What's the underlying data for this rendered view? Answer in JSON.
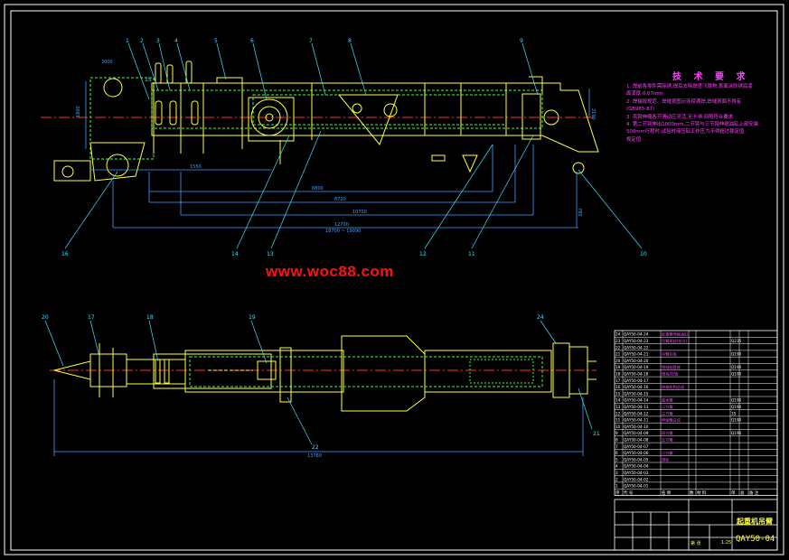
{
  "watermark": "www.woc88.com",
  "colors": {
    "background": "#000000",
    "frame": "#ffffff",
    "part_outline": "#ffff40",
    "hidden_line": "#40ff40",
    "center_line": "#ff3030",
    "dimension": "#40a0ff",
    "leader": "#40e0ff",
    "annotation": "#ff40ff"
  },
  "technical_requirements": {
    "title": "技 术 要 求",
    "notes": [
      "1. 焊前各零件需除锈,焊后去除焊渣飞溅物,表面涂防锈底漆",
      "面漆厚 0.07mm",
      "2. 焊接按规范、焊缝按图示连续满焊,焊缝表面不得有",
      "(GB985-87)",
      "3. 吊臂伸缩各节滑动应灵活,无卡滞,间隙符合要求",
      "4. 第二节臂伸出1000mm,二节臂与三节臂伸缩油缸上部安装",
      "500mm行程时,试验时液压缸工作压力不得超过额定值",
      "规定值"
    ]
  },
  "balloons_top": [
    "1",
    "2",
    "3",
    "4",
    "5",
    "6",
    "7",
    "8",
    "9",
    "10",
    "11",
    "12",
    "13",
    "14",
    "15",
    "16"
  ],
  "balloons_bottom": [
    "20",
    "17",
    "18",
    "19",
    "22",
    "21",
    "24"
  ],
  "dimensions_top": [
    "1550",
    "6800",
    "8720",
    "10700",
    "12700",
    "18700 ~ 19090",
    "3000",
    "1800",
    "2100",
    "780"
  ],
  "dimension_bottom": "13760",
  "parts_list": {
    "rows": [
      [
        "24",
        "QAY50-04-24",
        "起重臂伸缩油缸",
        "",
        "",
        "",
        "",
        "",
        ""
      ],
      [
        "23",
        "QAY50-04-23",
        "吊臂尾部(铰点)",
        "",
        "",
        "Q235",
        "",
        "",
        ""
      ],
      [
        "22",
        "QAY50-04-22",
        "",
        "",
        "",
        "",
        "",
        "",
        ""
      ],
      [
        "21",
        "QAY50-04-21",
        "吊臂拉板",
        "",
        "",
        "Q190",
        "",
        "",
        ""
      ],
      [
        "20",
        "QAY50-04-20",
        "",
        "",
        "",
        "",
        "",
        "",
        ""
      ],
      [
        "19",
        "QAY50-04-19",
        "销轴轴套座",
        "",
        "",
        "Q190",
        "",
        "",
        ""
      ],
      [
        "18",
        "QAY50-04-18",
        "滑块/托辊",
        "",
        "",
        "Q190",
        "",
        "",
        ""
      ],
      [
        "17",
        "QAY50-04-17",
        "",
        "",
        "",
        "",
        "",
        "",
        ""
      ],
      [
        "16",
        "QAY50-04-16",
        "伸缩机构总成",
        "",
        "",
        "",
        "",
        "",
        ""
      ],
      [
        "15",
        "QAY50-04-15",
        "",
        "",
        "",
        "",
        "",
        "",
        ""
      ],
      [
        "14",
        "QAY50-04-14",
        "基本臂",
        "",
        "",
        "Q190",
        "",
        "",
        ""
      ],
      [
        "13",
        "QAY50-04-13",
        "二节臂",
        "",
        "",
        "Q190",
        "",
        "",
        ""
      ],
      [
        "12",
        "QAY50-04-12",
        "三节臂",
        "",
        "",
        "35",
        "",
        "",
        ""
      ],
      [
        "11",
        "QAY50-04-11",
        "伸缩臂总成",
        "",
        "",
        "Q190",
        "",
        "",
        ""
      ],
      [
        "10",
        "QAY50-04-10",
        "",
        "",
        "",
        "",
        "",
        "",
        ""
      ],
      [
        "9",
        "QAY50-04-09",
        "四节臂",
        "",
        "",
        "Q190",
        "",
        "",
        ""
      ],
      [
        "8",
        "QAY50-04-08",
        "五节臂",
        "",
        "",
        "",
        "",
        "",
        ""
      ],
      [
        "7",
        "QAY50-04-07",
        "",
        "",
        "",
        "",
        "",
        "",
        ""
      ],
      [
        "6",
        "QAY50-04-06",
        "二节臂",
        "",
        "",
        "",
        "",
        "",
        ""
      ],
      [
        "5",
        "QAY50-04-05",
        "滑轮",
        "",
        "",
        "",
        "",
        "",
        ""
      ],
      [
        "4",
        "QAY50-04-04",
        "",
        "",
        "",
        "",
        "",
        "",
        ""
      ],
      [
        "3",
        "QAY50-04-03",
        "",
        "",
        "",
        "",
        "",
        "",
        ""
      ],
      [
        "2",
        "QAY50-04-02",
        "",
        "",
        "",
        "",
        "",
        "",
        ""
      ],
      [
        "1",
        "QAY50-04-01",
        "",
        "",
        "",
        "",
        "",
        "",
        ""
      ]
    ],
    "header": [
      "序",
      "代 号",
      "名 称",
      "数",
      "材 料",
      "单",
      "总",
      "备 注"
    ]
  },
  "title_block": {
    "drawing_title": "起重机吊臂",
    "drawing_code": "QAY50-04",
    "scale_label": "1:25",
    "sheet_label": "第 张"
  }
}
